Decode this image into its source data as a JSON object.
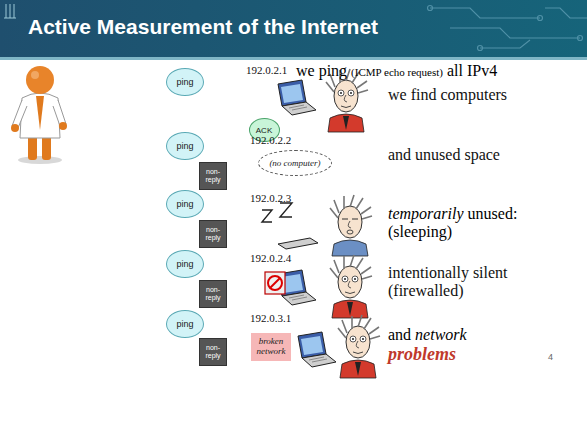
{
  "diagram": {
    "title": "Active Measurement of the Internet",
    "nodes": [
      {
        "text": [
          "ping"
        ]
      },
      {
        "text": [
          "ACK"
        ]
      },
      {
        "text": [
          "ping"
        ]
      },
      {
        "text": [
          "non-reply"
        ]
      },
      {
        "text": [
          "(no computer)"
        ]
      },
      {
        "text": [
          "ping"
        ]
      },
      {
        "text": [
          "non-reply"
        ]
      },
      {
        "text": [
          "ping"
        ]
      },
      {
        "text": [
          "non-reply"
        ]
      },
      {
        "text": [
          "ping"
        ]
      },
      {
        "text": [
          "non-reply"
        ]
      },
      {
        "text": [
          "broken network"
        ]
      }
    ],
    "labels": [
      "we ping",
      "(ICMP echo request)",
      "all IPv4",
      "192.0.2.1",
      "192.0.2.2",
      "192.0.2.3",
      "192.0.2.4",
      "192.0.3.1",
      "we find computers",
      "and unused space",
      "temporarily",
      "unused: (sleeping)",
      "intentionally silent (firewalled)",
      "and",
      "network",
      "problems",
      "4"
    ]
  }
}
